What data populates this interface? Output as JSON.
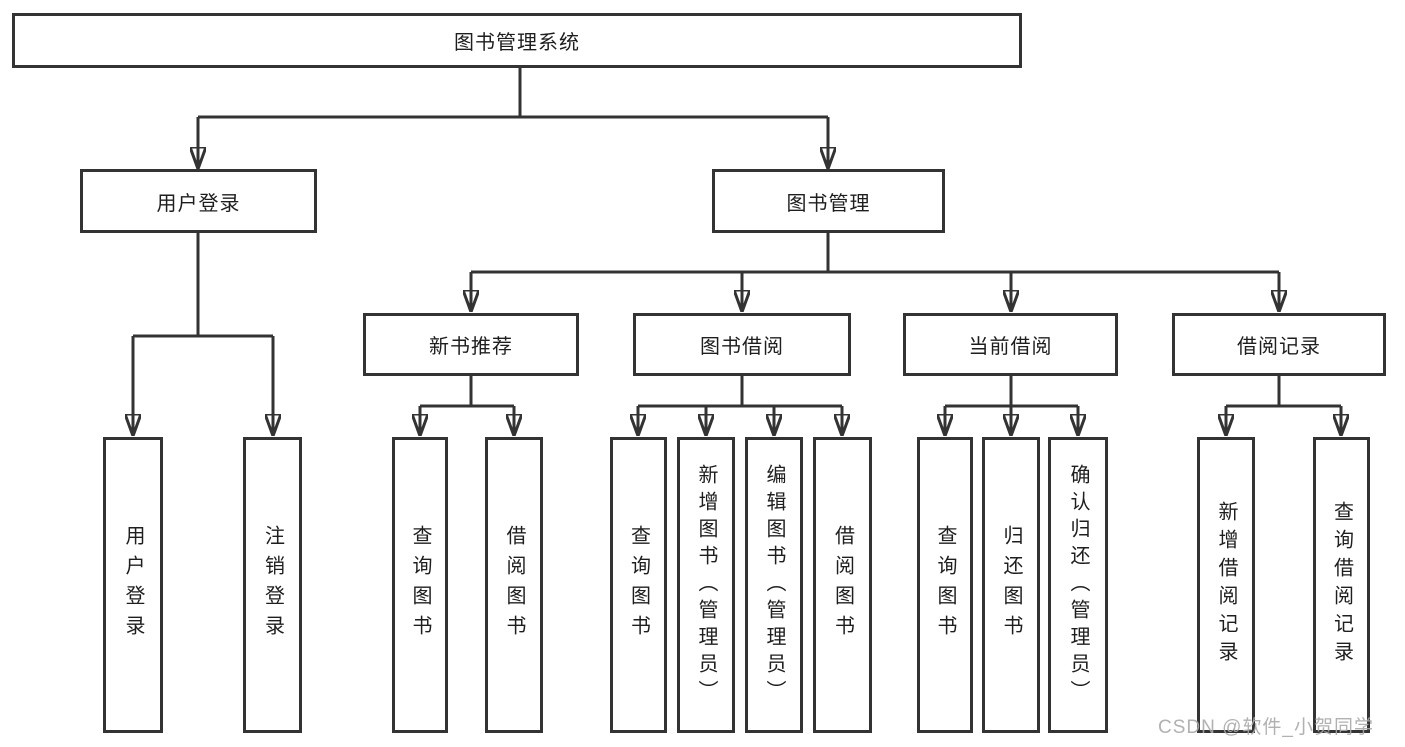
{
  "page": {
    "background": "#ffffff",
    "line_color": "#333333",
    "text_color": "#1e1e1e"
  },
  "tree": {
    "root": {
      "label": "图书管理系统"
    },
    "branches": [
      {
        "label": "用户登录",
        "children": [
          {
            "label": "用户登录"
          },
          {
            "label": "注销登录"
          }
        ]
      },
      {
        "label": "图书管理",
        "children": [
          {
            "label": "新书推荐",
            "children": [
              {
                "label": "查询图书"
              },
              {
                "label": "借阅图书"
              }
            ]
          },
          {
            "label": "图书借阅",
            "children": [
              {
                "label": "查询图书"
              },
              {
                "label": "新增图书（管理员）"
              },
              {
                "label": "编辑图书（管理员）"
              },
              {
                "label": "借阅图书"
              }
            ]
          },
          {
            "label": "当前借阅",
            "children": [
              {
                "label": "查询图书"
              },
              {
                "label": "归还图书"
              },
              {
                "label": "确认归还（管理员）"
              }
            ]
          },
          {
            "label": "借阅记录",
            "children": [
              {
                "label": "新增借阅记录"
              },
              {
                "label": "查询借阅记录"
              }
            ]
          }
        ]
      }
    ]
  },
  "watermark": {
    "text": "CSDN @软件_小贺同学",
    "color": "#a9a9a9"
  }
}
